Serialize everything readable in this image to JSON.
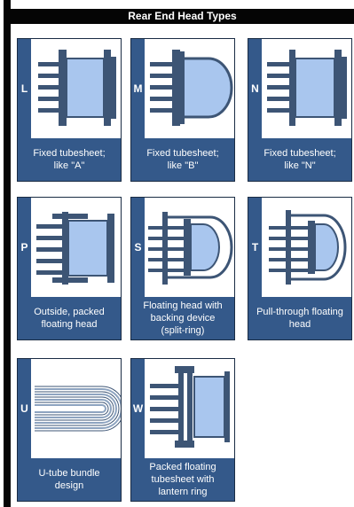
{
  "title": "Rear End Head Types",
  "colors": {
    "accent": "#34598a",
    "fill": "#a9c6ee",
    "metal": "#3d5575",
    "frame": "#050505"
  },
  "cards": [
    {
      "letter": "L",
      "caption": "Fixed tubesheet;\nlike \"A\""
    },
    {
      "letter": "M",
      "caption": "Fixed tubesheet;\nlike \"B\""
    },
    {
      "letter": "N",
      "caption": "Fixed tubesheet;\nlike \"N\""
    },
    {
      "letter": "P",
      "caption": "Outside, packed\nfloating head"
    },
    {
      "letter": "S",
      "caption": "Floating head with\nbacking device\n(split-ring)"
    },
    {
      "letter": "T",
      "caption": "Pull-through floating\nhead"
    },
    {
      "letter": "U",
      "caption": "U-tube bundle\ndesign"
    },
    {
      "letter": "W",
      "caption": "Packed floating\ntubesheet with\nlantern ring"
    }
  ]
}
